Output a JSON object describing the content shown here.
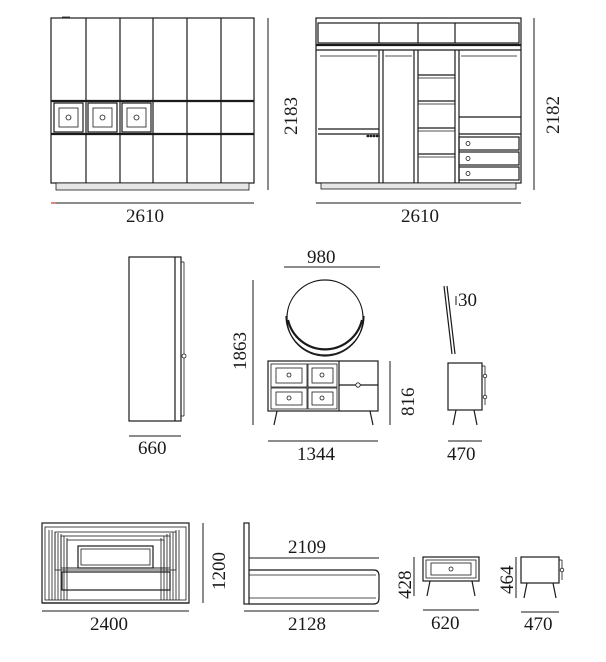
{
  "colors": {
    "line": "#1a1a1a",
    "background": "#ffffff",
    "accent_red": "#c0392b"
  },
  "views": {
    "wardrobe_front": {
      "width": "2610",
      "height": "2183"
    },
    "wardrobe_interior": {
      "width": "2610",
      "height": "2182"
    },
    "wardrobe_side": {
      "depth": "660"
    },
    "dresser_mirror": {
      "mirror_width": "980",
      "total_height": "1863",
      "width": "1344",
      "height": "816"
    },
    "dresser_side": {
      "mirror_depth": "30",
      "depth": "470"
    },
    "bed_front": {
      "width": "2400",
      "height": "1200"
    },
    "bed_side": {
      "inner_length": "2109",
      "length": "2128"
    },
    "nightstand_front": {
      "height": "428",
      "width": "620"
    },
    "nightstand_side": {
      "height": "464",
      "depth": "470"
    }
  }
}
